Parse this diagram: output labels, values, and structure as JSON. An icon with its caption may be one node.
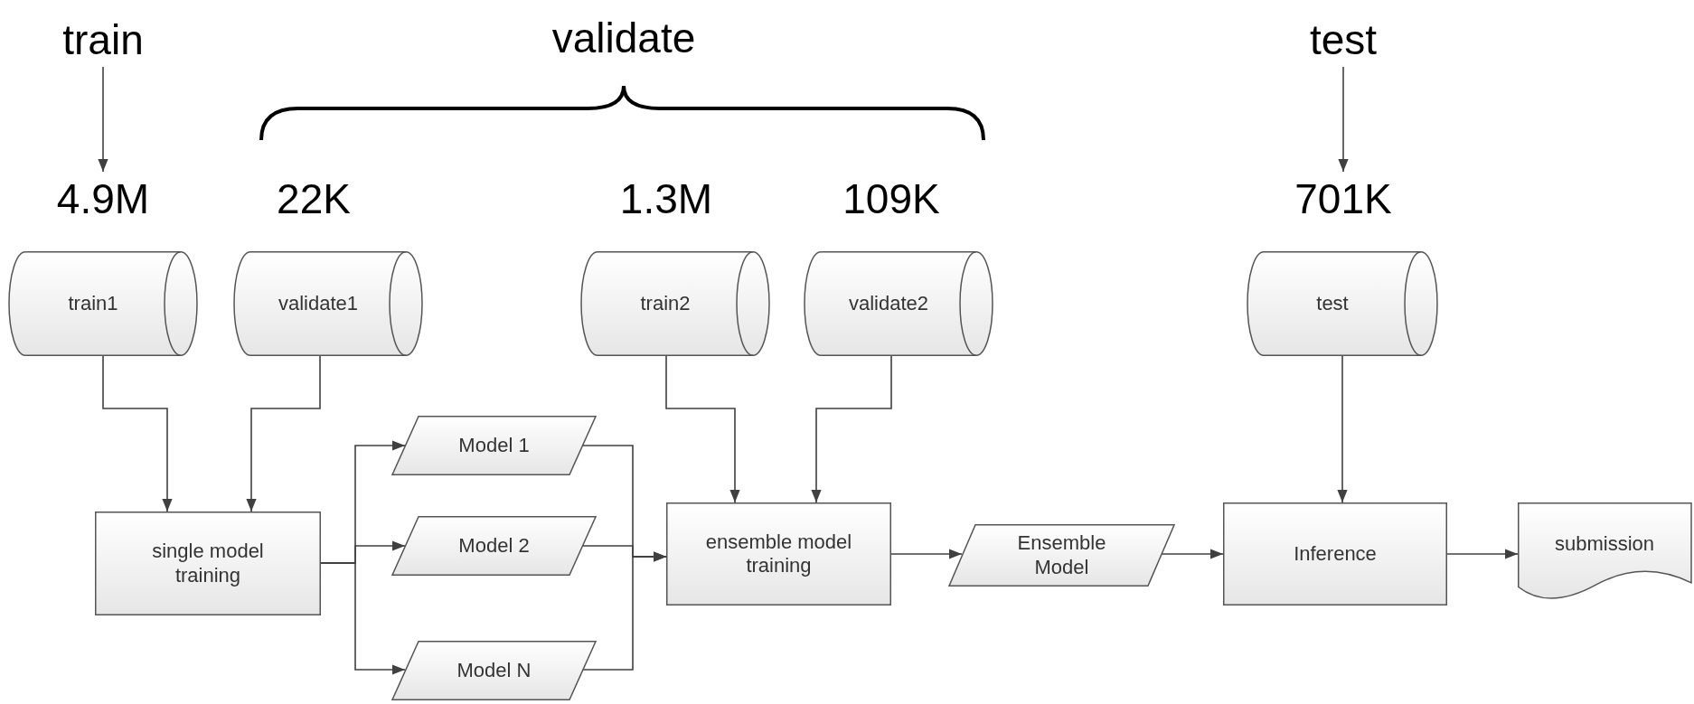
{
  "diagram": {
    "nodes": [
      {
        "text": [
          "train"
        ]
      },
      {
        "text": [
          "test"
        ]
      },
      {
        "text": [
          "4.9M"
        ]
      },
      {
        "text": [
          "701K"
        ]
      },
      {
        "text": [
          "train1"
        ]
      },
      {
        "text": [
          "validate1"
        ]
      },
      {
        "text": [
          "train2"
        ]
      },
      {
        "text": [
          "validate2"
        ]
      },
      {
        "text": [
          "test"
        ]
      },
      {
        "text": [
          "single model training"
        ]
      },
      {
        "text": [
          "Model 1"
        ]
      },
      {
        "text": [
          "Model 2"
        ]
      },
      {
        "text": [
          "Model N"
        ]
      },
      {
        "text": [
          "ensemble model training"
        ]
      },
      {
        "text": [
          "Ensemble Model"
        ]
      },
      {
        "text": [
          "Inference"
        ]
      },
      {
        "text": [
          "submission"
        ]
      }
    ],
    "edges": [
      {
        "from": 0,
        "to": 2,
        "arrow": "to"
      },
      {
        "from": 1,
        "to": 3,
        "arrow": "to"
      },
      {
        "from": 4,
        "to": 9,
        "arrow": "to"
      },
      {
        "from": 5,
        "to": 9,
        "arrow": "to"
      },
      {
        "from": 9,
        "to": 10,
        "arrow": "to"
      },
      {
        "from": 9,
        "to": 11,
        "arrow": "to"
      },
      {
        "from": 9,
        "to": 12,
        "arrow": "to"
      },
      {
        "from": 10,
        "to": 13,
        "arrow": "to"
      },
      {
        "from": 11,
        "to": 13,
        "arrow": "to"
      },
      {
        "from": 12,
        "to": 13,
        "arrow": "to"
      },
      {
        "from": 6,
        "to": 13,
        "arrow": "to"
      },
      {
        "from": 7,
        "to": 13,
        "arrow": "to"
      },
      {
        "from": 13,
        "to": 14,
        "arrow": "to"
      },
      {
        "from": 14,
        "to": 15,
        "arrow": "to"
      },
      {
        "from": 8,
        "to": 15,
        "arrow": "to"
      },
      {
        "from": 15,
        "to": 16,
        "arrow": "to"
      }
    ],
    "labels": [
      "validate",
      "22K",
      "1.3M",
      "109K"
    ]
  }
}
